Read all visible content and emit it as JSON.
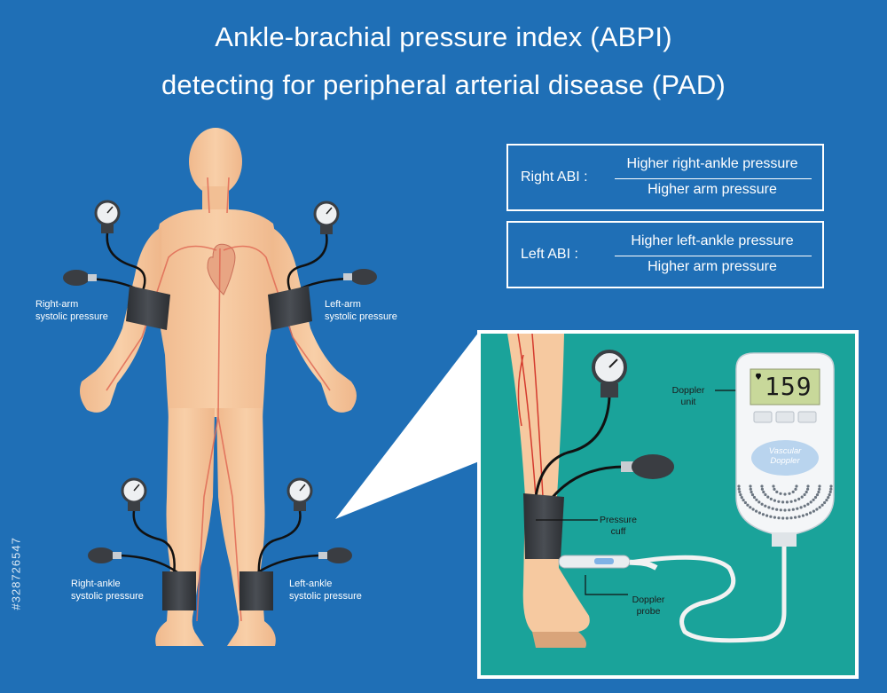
{
  "title": {
    "line1": "Ankle-brachial pressure index (ABPI)",
    "line2": "detecting for peripheral arterial disease (PAD)"
  },
  "formulas": {
    "right": {
      "label": "Right ABI :",
      "numerator": "Higher right-ankle pressure",
      "denominator": "Higher arm pressure"
    },
    "left": {
      "label": "Left ABI :",
      "numerator": "Higher left-ankle pressure",
      "denominator": "Higher arm pressure"
    }
  },
  "body_labels": {
    "right_arm": [
      "Right-arm",
      "systolic pressure"
    ],
    "left_arm": [
      "Left-arm",
      "systolic pressure"
    ],
    "right_ankle": [
      "Right-ankle",
      "systolic pressure"
    ],
    "left_ankle": [
      "Left-ankle",
      "systolic pressure"
    ]
  },
  "inset_labels": {
    "doppler_unit": [
      "Doppler",
      "unit"
    ],
    "pressure_cuff": [
      "Pressure",
      "cuff"
    ],
    "doppler_probe": [
      "Doppler",
      "probe"
    ]
  },
  "doppler_device": {
    "display_value": "159",
    "brand_line1": "Vascular",
    "brand_line2": "Doppler"
  },
  "stock_id": "#328726547",
  "colors": {
    "background": "#1f6fb6",
    "inset_background": "#1aa39a",
    "skin": "#f6c9a0",
    "cuff": "#3a3d42",
    "artery": "#d94b3d"
  }
}
